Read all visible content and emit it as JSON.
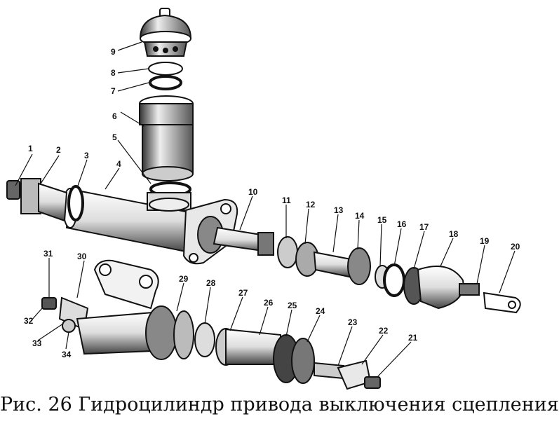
{
  "figure": {
    "caption": "Рис. 26 Гидроцилиндр привода выключения сцепления"
  },
  "callouts": [
    "1",
    "2",
    "3",
    "4",
    "5",
    "6",
    "7",
    "8",
    "9",
    "10",
    "11",
    "12",
    "13",
    "14",
    "15",
    "16",
    "17",
    "18",
    "19",
    "20",
    "21",
    "22",
    "23",
    "24",
    "25",
    "26",
    "27",
    "28",
    "29",
    "30",
    "31",
    "32",
    "33",
    "34"
  ]
}
